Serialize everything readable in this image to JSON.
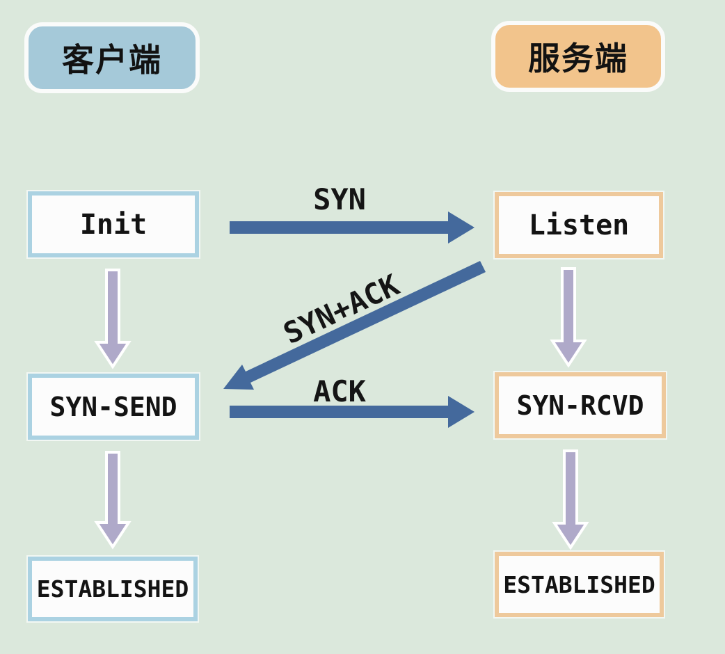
{
  "headers": {
    "client": {
      "label": "客户端"
    },
    "server": {
      "label": "服务端"
    }
  },
  "states": {
    "init": "Init",
    "listen": "Listen",
    "syn_send": "SYN-SEND",
    "syn_rcvd": "SYN-RCVD",
    "established_client": "ESTABLISHED",
    "established_server": "ESTABLISHED"
  },
  "messages": {
    "syn": "SYN",
    "syn_ack": "SYN+ACK",
    "ack": "ACK"
  },
  "colors": {
    "background": "#dbe8dc",
    "client_header_fill": "#a5c9d9",
    "server_header_fill": "#f2c48c",
    "client_box_border": "#abd2e2",
    "server_box_border": "#eec99c",
    "box_fill": "#fcfcfc",
    "message_arrow": "#44699c",
    "transition_arrow": "#afa9c9",
    "text": "#131313"
  }
}
